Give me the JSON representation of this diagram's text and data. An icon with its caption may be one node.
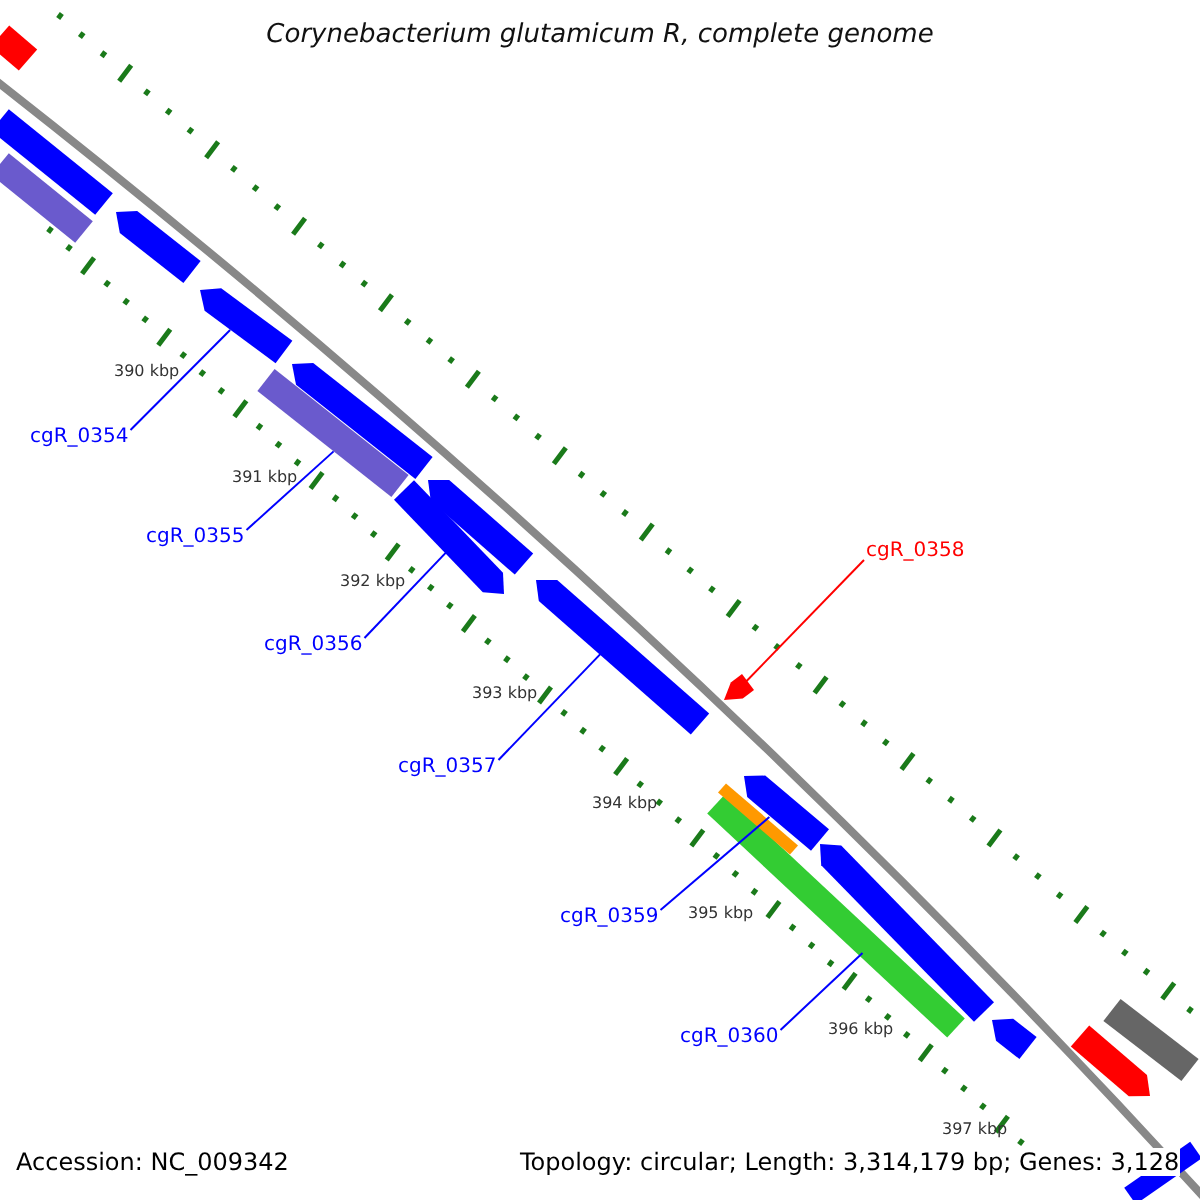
{
  "diagram": {
    "title": "Corynebacterium glutamicum R, complete genome",
    "nodes": [
      {
        "text": [
          "cgR_0354"
        ]
      },
      {
        "text": [
          "cgR_0355"
        ]
      },
      {
        "text": [
          "cgR_0356"
        ]
      },
      {
        "text": [
          "cgR_0357"
        ]
      },
      {
        "text": [
          "cgR_0358"
        ]
      },
      {
        "text": [
          "cgR_0359"
        ]
      },
      {
        "text": [
          "cgR_0360"
        ]
      },
      {
        "text": [],
        "shape": "bar"
      },
      {
        "text": [],
        "shape": "bar"
      },
      {
        "text": [],
        "shape": "bar"
      },
      {
        "text": [],
        "shape": "bar"
      },
      {
        "text": [],
        "shape": "bar"
      },
      {
        "text": [],
        "shape": "bar"
      },
      {
        "text": [],
        "shape": "bar"
      },
      {
        "text": [],
        "shape": "bar"
      },
      {
        "text": [],
        "shape": "bar"
      },
      {
        "text": [],
        "shape": "bar"
      },
      {
        "text": [],
        "shape": "bar"
      },
      {
        "text": [],
        "shape": "bar"
      },
      {
        "text": [],
        "shape": "bar"
      },
      {
        "text": [],
        "shape": "bar"
      },
      {
        "text": [],
        "shape": "bar"
      },
      {
        "text": [],
        "shape": "bar"
      },
      {
        "text": [],
        "shape": "bar"
      },
      {
        "text": [],
        "shape": "bar"
      },
      {
        "text": [],
        "shape": "bar"
      }
    ],
    "edges": [
      {
        "from": 0,
        "to": 11,
        "arrow": "none"
      },
      {
        "from": 1,
        "to": 13,
        "arrow": "none"
      },
      {
        "from": 2,
        "to": 15,
        "arrow": "none"
      },
      {
        "from": 3,
        "to": 16,
        "arrow": "none"
      },
      {
        "from": 4,
        "to": 17,
        "arrow": "none",
        "color": "#ff0000"
      },
      {
        "from": 5,
        "to": 18,
        "arrow": "none"
      },
      {
        "from": 6,
        "to": 20,
        "arrow": "none"
      }
    ],
    "labels": [
      "390 kbp",
      "391 kbp",
      "392 kbp",
      "393 kbp",
      "394 kbp",
      "395 kbp",
      "396 kbp",
      "397 kbp",
      "Accession: NC_009342",
      "Topology: circular; Length: 3,314,179 bp; Genes: 3,128"
    ]
  }
}
